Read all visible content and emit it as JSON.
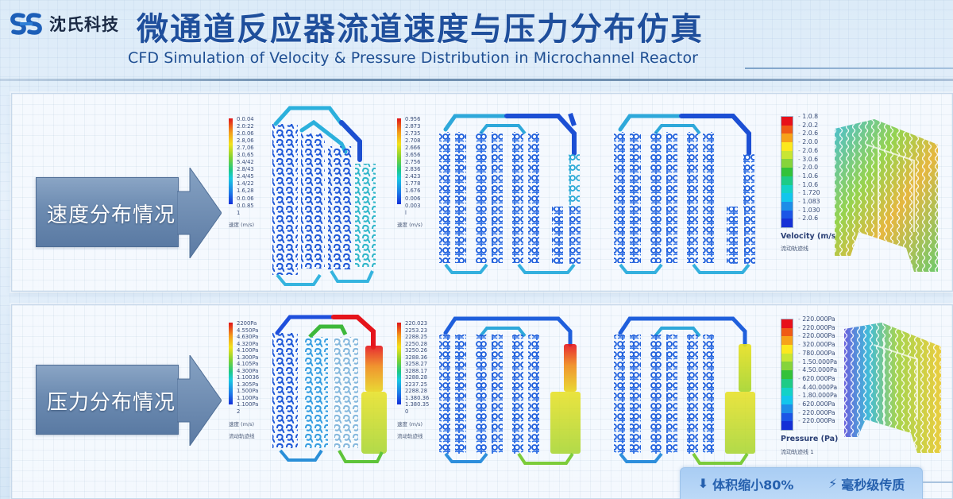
{
  "header": {
    "brand_name": "沈氏科技",
    "logo_icon": "ss-logo-icon",
    "title_cn": "微通道反应器流道速度与压力分布仿真",
    "title_en": "CFD Simulation of Velocity & Pressure Distribution in Microchannel Reactor"
  },
  "sections": [
    {
      "label": "速度分布情况",
      "colorbars": [
        {
          "ticks": [
            "0.0.04",
            "2.0:22",
            "2.0.06",
            "2.8,06",
            "2.7,06",
            "3.0,65",
            "5.4/42",
            "2.8/43",
            "2.4/45",
            "1.4/22",
            "1.6,28",
            "0.0.06",
            "0.0.85",
            "1"
          ],
          "unit": "速度 (m/s)"
        },
        {
          "ticks": [
            "0.956",
            "2.873",
            "2.735",
            "2.708",
            "2.666",
            "3.656",
            "2.756",
            "2.836",
            "2.423",
            "1.778",
            "1.676",
            "0.006",
            "0.003",
            "l"
          ],
          "unit": "速度 (m/s)"
        }
      ],
      "legend": {
        "ticks": [
          "1.0.8",
          "2.0.2",
          "2.0.6",
          "2.0.0",
          "2.0.6",
          "3.0.6",
          "2.0.0",
          "1.0.6",
          "1.0.6",
          "1.720",
          "1.083",
          "1.030",
          "2.0.6"
        ],
        "colors": [
          "#e8101a",
          "#f05a16",
          "#f7a21a",
          "#fce81e",
          "#c8e633",
          "#86d43b",
          "#33c23a",
          "#1ecb86",
          "#13d2c7",
          "#12c6ec",
          "#1d8de8",
          "#1b55e6",
          "#1530d6"
        ],
        "title": "Velocity (m/s",
        "subtitle": "流动轨迹线"
      }
    },
    {
      "label": "压力分布情况",
      "colorbars": [
        {
          "ticks": [
            "2200Pa",
            "4.550Pa",
            "4.630Pa",
            "4.320Pa",
            "4.100Pa",
            "1.300Pa",
            "4.105Pa",
            "4.300Pa",
            "1.10036",
            "1.305Pa",
            "1.500Pa",
            "1.100Pa",
            "1.100Pa",
            "2"
          ],
          "unit": "速度 (m/s)",
          "unit2": "流动轨迹线"
        },
        {
          "ticks": [
            "220.023",
            "2253.23",
            "2288.25",
            "2250.28",
            "3250.26",
            "3288.36",
            "3258.27",
            "3288.17",
            "3288.28",
            "2237.25",
            "2288.28",
            "1.380.36",
            "1.380.35",
            "0"
          ],
          "unit": "速度 (m/s)",
          "unit2": "流动轨迹线"
        }
      ],
      "legend": {
        "ticks": [
          "220.000Pa",
          "220.000Pa",
          "220.000Pa",
          "320.000Pa",
          "780.000Pa",
          "1.50.000Pa",
          "4.50.000Pa",
          "620.000Pa",
          "4.40.000Pa",
          "1.80.000Pa",
          "620.000Pa",
          "220.000Pa",
          "220.000Pa"
        ],
        "colors": [
          "#e8101a",
          "#f05a16",
          "#f7a21a",
          "#fce81e",
          "#c8e633",
          "#86d43b",
          "#33c23a",
          "#1ecb86",
          "#13d2c7",
          "#12c6ec",
          "#1d8de8",
          "#1b55e6",
          "#1530d6"
        ],
        "title": "Pressure (Pa)",
        "subtitle": "流动轨迹线 1"
      }
    }
  ],
  "badges": [
    {
      "icon": "arrow-down-icon",
      "glyph": "⬇",
      "label": "体积缩小80%"
    },
    {
      "icon": "lightning-icon",
      "glyph": "⚡",
      "label": "毫秒级传质"
    }
  ],
  "colors": {
    "title_blue": "#1f4f9c",
    "tag_blue": "#6c8bb1",
    "badge_text": "#2560ae",
    "low_velocity": "#1b55e6",
    "high_pressure": "#e8101a"
  }
}
